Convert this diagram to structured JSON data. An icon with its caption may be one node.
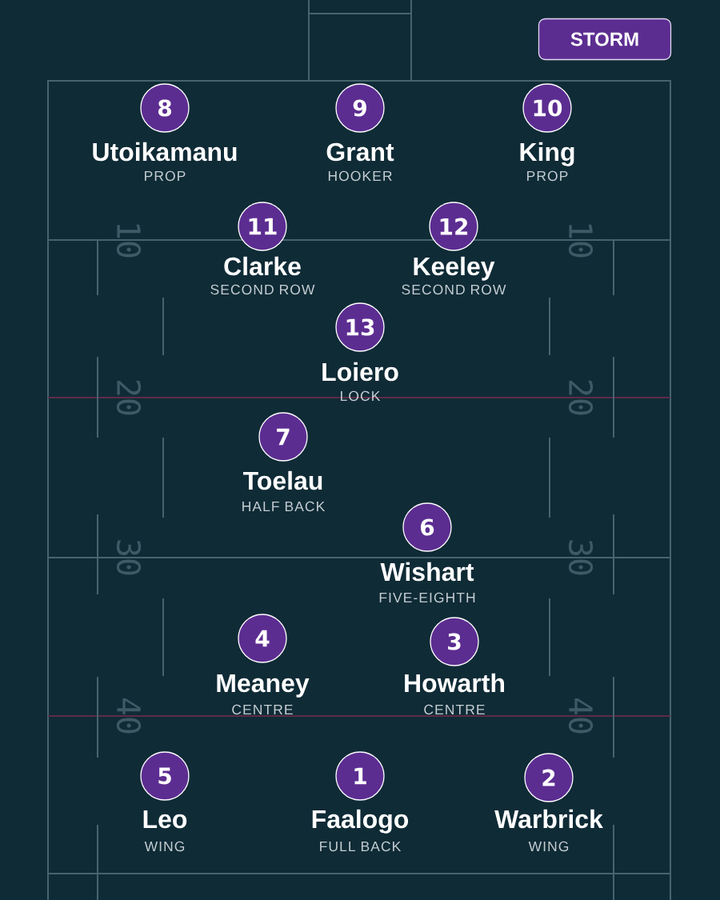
{
  "diagram": {
    "nodes": [
      {
        "text": [
          "STORM"
        ]
      },
      {
        "text": [
          "8"
        ],
        "beside": [
          "Utoikamanu",
          "PROP"
        ]
      },
      {
        "text": [
          "9"
        ],
        "beside": [
          "Grant",
          "HOOKER"
        ]
      },
      {
        "text": [
          "10"
        ],
        "beside": [
          "King",
          "PROP"
        ]
      },
      {
        "text": [
          "11"
        ],
        "beside": [
          "Clarke",
          "SECOND ROW"
        ]
      },
      {
        "text": [
          "12"
        ],
        "beside": [
          "Keeley",
          "SECOND ROW"
        ]
      },
      {
        "text": [
          "13"
        ],
        "beside": [
          "Loiero",
          "LOCK"
        ]
      },
      {
        "text": [
          "7"
        ],
        "beside": [
          "Toelau",
          "HALF BACK"
        ]
      },
      {
        "text": [
          "6"
        ],
        "beside": [
          "Wishart",
          "FIVE-EIGHTH"
        ]
      },
      {
        "text": [
          "4"
        ],
        "beside": [
          "Meaney",
          "CENTRE"
        ]
      },
      {
        "text": [
          "3"
        ],
        "beside": [
          "Howarth",
          "CENTRE"
        ]
      },
      {
        "text": [
          "5"
        ],
        "beside": [
          "Leo",
          "WING"
        ]
      },
      {
        "text": [
          "1"
        ],
        "beside": [
          "Faalogo",
          "FULL BACK"
        ]
      },
      {
        "text": [
          "2"
        ],
        "beside": [
          "Warbrick",
          "WING"
        ]
      }
    ],
    "labels": [
      "10",
      "10",
      "20",
      "20",
      "30",
      "30",
      "40",
      "40"
    ]
  }
}
